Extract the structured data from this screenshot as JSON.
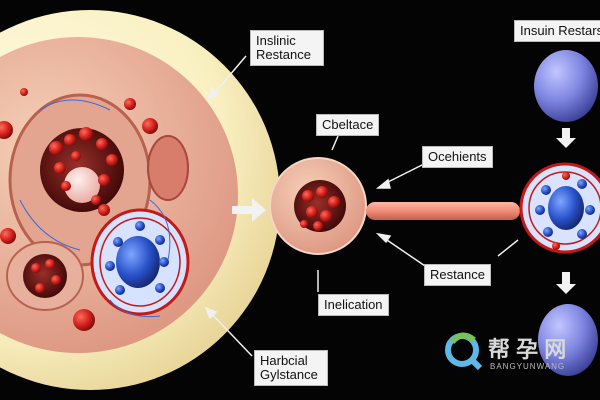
{
  "labels": {
    "insulin_resistance_top": "Inslinic Restance",
    "insulin_resistance_right": "Insuin Restars",
    "cbeltance": "Cbeltace",
    "ocehients": "Ocehients",
    "restance": "Restance",
    "inelication": "Inelication",
    "harbdial": "Harbcial Gylstance"
  },
  "watermark": {
    "main": "帮 孕 网",
    "sub": "BANGYUNWANG"
  },
  "colors": {
    "background": "#040404",
    "outer_ring": "#fbf4c8",
    "tissue": "#f2c1a6",
    "blood_red": "#c41a17",
    "cell_blue": "#2f5ed6",
    "sphere_blue": "#7d84e0",
    "vessel": "#f08d78"
  }
}
